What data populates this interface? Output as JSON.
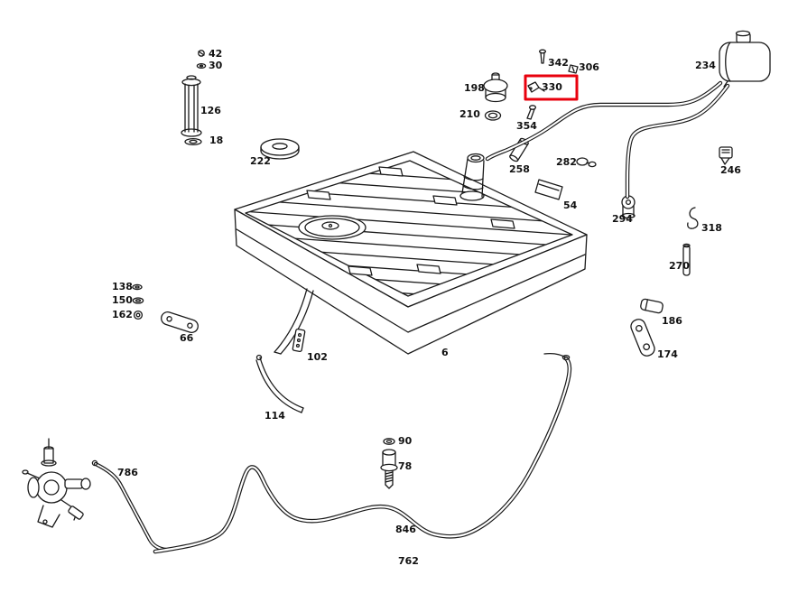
{
  "diagram": {
    "background": "#ffffff",
    "line_color": "#1a1a1a",
    "highlight_color": "#e8000d",
    "highlighted_part": "330"
  },
  "labels": {
    "42": "42",
    "30": "30",
    "126": "126",
    "18": "18",
    "222": "222",
    "138": "138",
    "150": "150",
    "162": "162",
    "66": "66",
    "102": "102",
    "114": "114",
    "786": "786",
    "90": "90",
    "78": "78",
    "846": "846",
    "762": "762",
    "6": "6",
    "198": "198",
    "210": "210",
    "354": "354",
    "342": "342",
    "330": "330",
    "306": "306",
    "258": "258",
    "282": "282",
    "54": "54",
    "294": "294",
    "234": "234",
    "246": "246",
    "318": "318",
    "270": "270",
    "186": "186",
    "174": "174"
  }
}
